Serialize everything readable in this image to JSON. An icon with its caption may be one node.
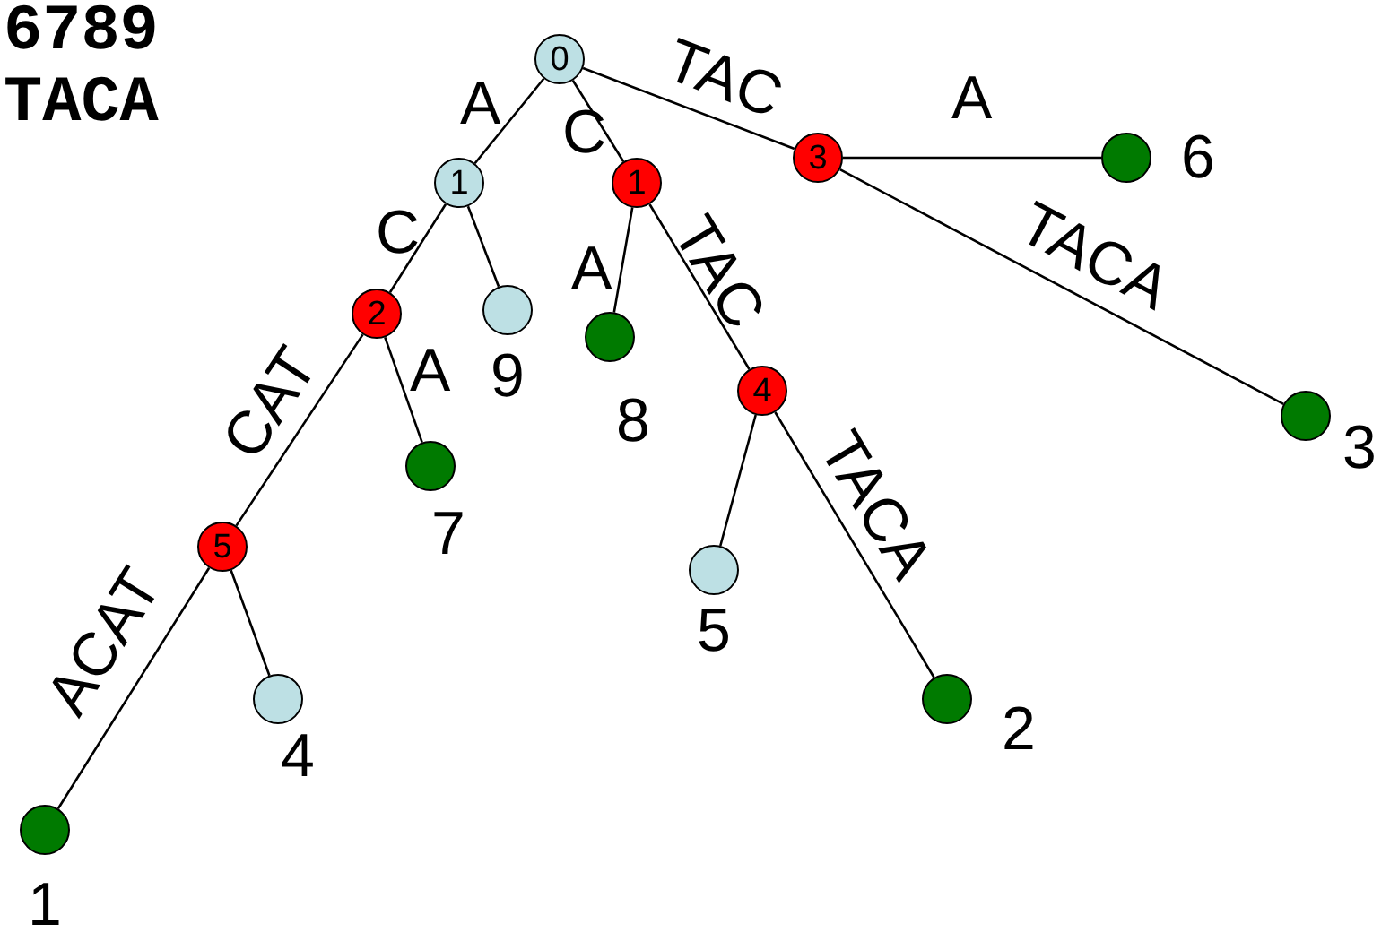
{
  "diagram": {
    "nodes": [
      {
        "text": [
          "0"
        ]
      },
      {
        "text": [
          "1"
        ]
      },
      {
        "text": [
          "2"
        ]
      },
      {
        "text": [
          "5"
        ]
      },
      {
        "text": [],
        "shape": "circle",
        "beside": [
          "1"
        ]
      },
      {
        "text": [],
        "shape": "circle",
        "beside": [
          "4"
        ]
      },
      {
        "text": [],
        "shape": "circle",
        "beside": [
          "7"
        ]
      },
      {
        "text": [],
        "shape": "circle",
        "beside": [
          "9"
        ]
      },
      {
        "text": [
          "1"
        ]
      },
      {
        "text": [],
        "shape": "circle",
        "beside": [
          "8"
        ]
      },
      {
        "text": [
          "4"
        ]
      },
      {
        "text": [],
        "shape": "circle",
        "beside": [
          "5"
        ]
      },
      {
        "text": [],
        "shape": "circle",
        "beside": [
          "2"
        ]
      },
      {
        "text": [
          "3"
        ]
      },
      {
        "text": [],
        "shape": "circle",
        "beside": [
          "6"
        ]
      },
      {
        "text": [],
        "shape": "circle",
        "beside": [
          "3"
        ]
      }
    ],
    "edges": [
      {
        "from": 0,
        "to": 1,
        "arrow": "none",
        "label": "A"
      },
      {
        "from": 1,
        "to": 2,
        "arrow": "none",
        "label": "C"
      },
      {
        "from": 2,
        "to": 3,
        "arrow": "none",
        "label": "CAT"
      },
      {
        "from": 3,
        "to": 4,
        "arrow": "none",
        "label": "ACAT"
      },
      {
        "from": 3,
        "to": 5,
        "arrow": "none"
      },
      {
        "from": 2,
        "to": 6,
        "arrow": "none",
        "label": "A"
      },
      {
        "from": 1,
        "to": 7,
        "arrow": "none"
      },
      {
        "from": 0,
        "to": 8,
        "arrow": "none",
        "label": "C"
      },
      {
        "from": 8,
        "to": 9,
        "arrow": "none",
        "label": "A"
      },
      {
        "from": 8,
        "to": 10,
        "arrow": "none",
        "label": "TAC"
      },
      {
        "from": 10,
        "to": 11,
        "arrow": "none"
      },
      {
        "from": 10,
        "to": 12,
        "arrow": "none",
        "label": "TACA"
      },
      {
        "from": 0,
        "to": 13,
        "arrow": "none",
        "label": "TAC"
      },
      {
        "from": 13,
        "to": 14,
        "arrow": "none",
        "label": "A"
      },
      {
        "from": 13,
        "to": 15,
        "arrow": "none",
        "label": "TACA"
      }
    ],
    "labels": [
      "6789",
      "TACA"
    ]
  }
}
